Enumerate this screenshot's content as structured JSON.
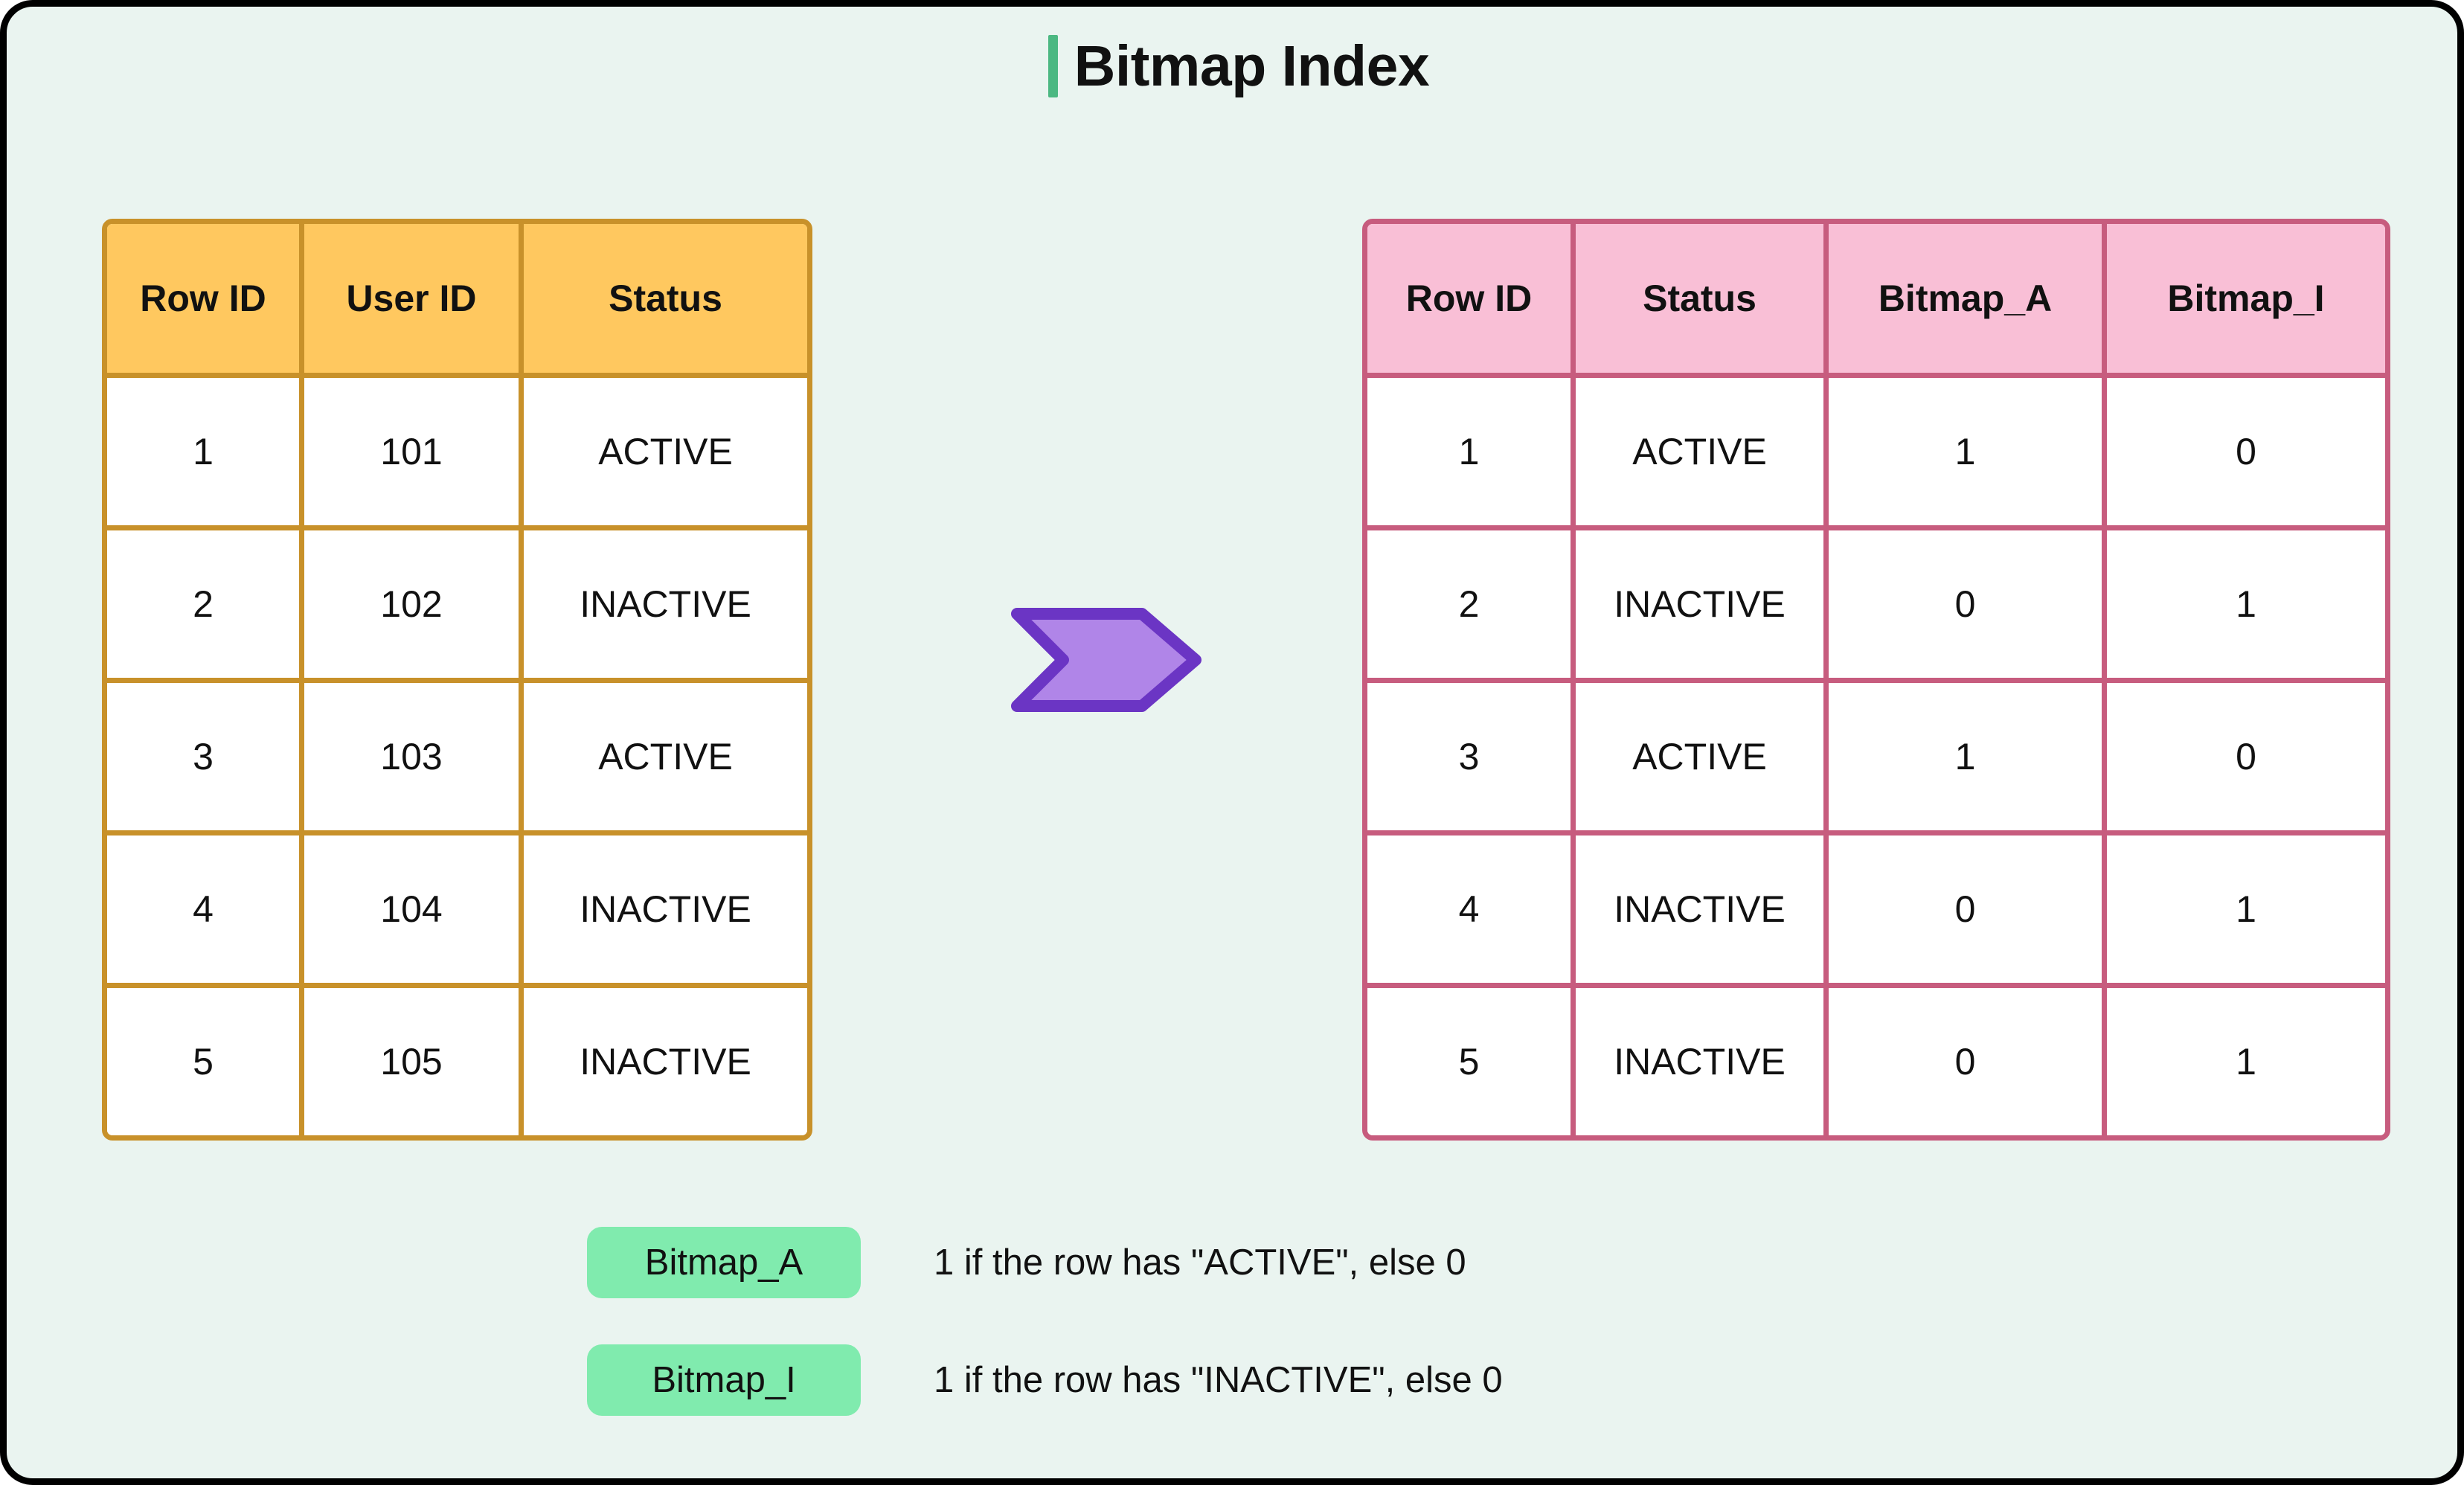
{
  "title": {
    "text": "Bitmap Index",
    "accent_color": "#4cb882"
  },
  "colors": {
    "background": "#eaf4f0",
    "frame_border": "#000000",
    "source_header_fill": "#ffc85f",
    "source_border": "#c8912a",
    "bitmap_header_fill": "#f9bfd6",
    "bitmap_border": "#c75c7e",
    "arrow_fill": "#b085e8",
    "arrow_stroke": "#6b35c4",
    "badge_fill": "#80ebae"
  },
  "source_table": {
    "name": "source-data-table",
    "headers": [
      "Row ID",
      "User ID",
      "Status"
    ],
    "rows": [
      [
        "1",
        "101",
        "ACTIVE"
      ],
      [
        "2",
        "102",
        "INACTIVE"
      ],
      [
        "3",
        "103",
        "ACTIVE"
      ],
      [
        "4",
        "104",
        "INACTIVE"
      ],
      [
        "5",
        "105",
        "INACTIVE"
      ]
    ]
  },
  "bitmap_table": {
    "name": "bitmap-index-table",
    "headers": [
      "Row ID",
      "Status",
      "Bitmap_A",
      "Bitmap_I"
    ],
    "rows": [
      [
        "1",
        "ACTIVE",
        "1",
        "0"
      ],
      [
        "2",
        "INACTIVE",
        "0",
        "1"
      ],
      [
        "3",
        "ACTIVE",
        "1",
        "0"
      ],
      [
        "4",
        "INACTIVE",
        "0",
        "1"
      ],
      [
        "5",
        "INACTIVE",
        "0",
        "1"
      ]
    ]
  },
  "arrow": {
    "icon": "chevron-right-arrow"
  },
  "legend": {
    "items": [
      {
        "badge": "Bitmap_A",
        "description": "1 if the row has \"ACTIVE\", else 0"
      },
      {
        "badge": "Bitmap_I",
        "description": "1 if the row has \"INACTIVE\", else 0"
      }
    ]
  }
}
